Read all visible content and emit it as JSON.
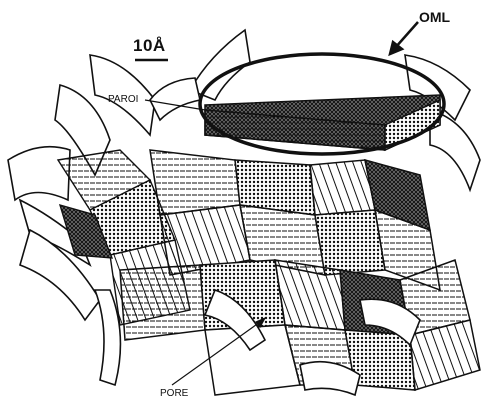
{
  "labels": {
    "scale": "10Å",
    "oml": "OML",
    "paroi": "PAROI",
    "pore": "PORE"
  },
  "colors": {
    "ink": "#111111",
    "paper": "#ffffff"
  }
}
